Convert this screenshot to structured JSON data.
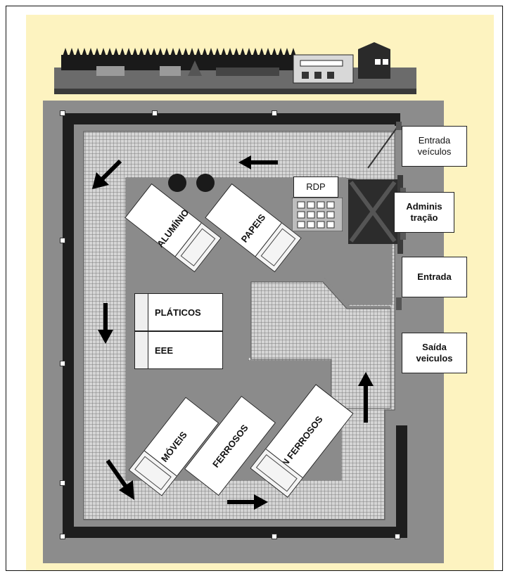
{
  "diagram": {
    "labels": {
      "aluminio": "ALUMÍNIO",
      "papeis": "PAPEIS",
      "rdp": "RDP",
      "plasticos": "PLÁTICOS",
      "eee": "EEE",
      "moveis": "MÓVEIS",
      "ferrosos": "FERROSOS",
      "n_ferrosos": "N FERROSOS"
    },
    "callouts": {
      "entrada_veiculos": "Entrada\nveículos",
      "administracao": "Adminis\ntração",
      "entrada": "Entrada",
      "saida_veiculos": "Saída\nveiculos"
    },
    "colors": {
      "background": "#fdf3c0",
      "site": "#8c8c8c",
      "wall": "#1e1e1e",
      "mesh": "#d4d4d4",
      "container": "#ffffff"
    },
    "icons": [
      "arrow-icon",
      "container-icon",
      "building-icon",
      "round-bin-icon"
    ]
  }
}
